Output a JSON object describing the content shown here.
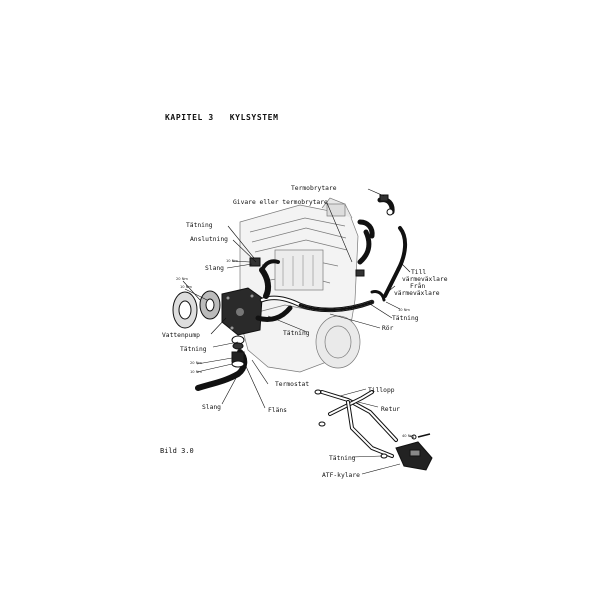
{
  "header": {
    "chapter": "KAPITEL 3",
    "title": "KYLSYSTEM"
  },
  "figure_label": "Bild 3.0",
  "labels": {
    "termobrytare": "Termobrytare",
    "givare": "Givare eller termobrytare",
    "tatning_top": "Tätning",
    "anslutning": "Anslutning",
    "slang_upper": "Slang",
    "till_1": "Till",
    "till_2": "värmeväxlare",
    "fran_1": "Från",
    "fran_2": "värmeväxlare",
    "tatning_right": "Tätning",
    "ror": "Rör",
    "tatning_mid": "Tätning",
    "vattenpump": "Vattenpump",
    "tatning_left": "Tätning",
    "termostat": "Termostat",
    "tillopp": "Tillopp",
    "retur": "Retur",
    "slang_lower": "Slang",
    "flans": "Fläns",
    "tatning_atf": "Tätning",
    "atf_kylare": "ATF-kylare"
  },
  "torques": {
    "t1": "10 Nm",
    "t2": "20 Nm",
    "t3": "10 Nm",
    "t4": "20 Nm",
    "t5": "10 Nm",
    "t6": "10 Nm",
    "t7": "40 Nm"
  }
}
